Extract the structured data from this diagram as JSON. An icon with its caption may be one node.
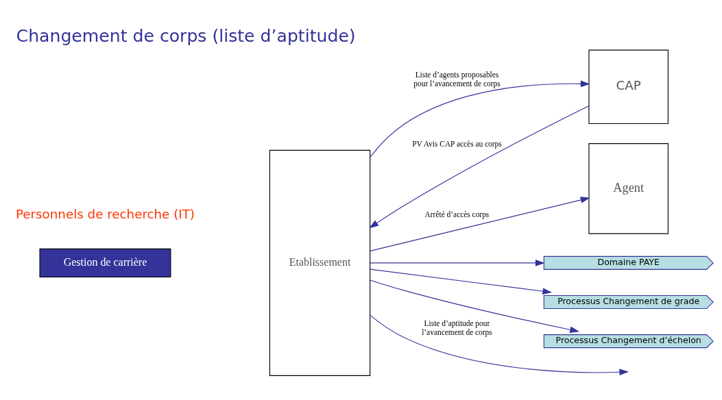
{
  "diagram": {
    "title": "Changement de corps (liste d’aptitude)",
    "nodes": [
      {
        "text": [
          "Etablissement"
        ]
      },
      {
        "text": [
          "CAP"
        ]
      },
      {
        "text": [
          "Agent"
        ]
      },
      {
        "text": [
          "Domaine PAYE"
        ]
      },
      {
        "text": [
          "Processus Changement de grade"
        ]
      },
      {
        "text": [
          "Processus Changement d’échelon"
        ]
      }
    ],
    "edges": [
      {
        "from": 0,
        "to": 1,
        "arrow": "to",
        "label": "Liste d’agents proposables pour l’avancement de corps"
      },
      {
        "from": 1,
        "to": 0,
        "arrow": "to",
        "label": "PV Avis CAP accès au corps"
      },
      {
        "from": 0,
        "to": null,
        "arrow": "to",
        "label": "Liste d’aptitude pour l’avancement de corps"
      },
      {
        "from": 0,
        "to": 2,
        "arrow": "to",
        "label": "Arrêté d’accès corps"
      },
      {
        "from": 0,
        "to": 3,
        "arrow": "to"
      },
      {
        "from": 0,
        "to": 4,
        "arrow": "to"
      },
      {
        "from": 0,
        "to": 5,
        "arrow": "to"
      }
    ],
    "labels": [
      "Gestion de carrière",
      "Personnels de recherche (IT)"
    ]
  }
}
